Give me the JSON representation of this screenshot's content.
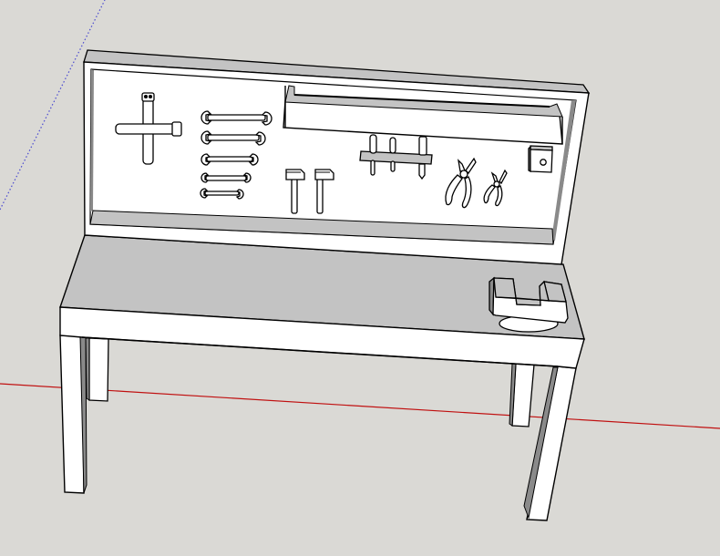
{
  "viewport": {
    "app": "3D modeling viewport",
    "background_color": "#dad9d5",
    "model_label": "Workbench with pegboard and tools"
  },
  "axes": {
    "red_axis_color": "#c00000",
    "blue_axis_color": "#3a3ac8"
  },
  "colors": {
    "face_front": "#ffffff",
    "face_top": "#c3c3c3",
    "face_side": "#8a8a8a",
    "edge": "#000000"
  },
  "model": {
    "components": [
      {
        "id": "pegboard",
        "label": "Pegboard"
      },
      {
        "id": "shelf",
        "label": "Shelf"
      },
      {
        "id": "cross-wrench",
        "label": "Cross wrench"
      },
      {
        "id": "wrench-set",
        "label": "Wrench set",
        "count": 5
      },
      {
        "id": "hammers",
        "label": "Hammers",
        "count": 2
      },
      {
        "id": "screwdriver-rack",
        "label": "Screwdriver rack"
      },
      {
        "id": "pliers",
        "label": "Pliers",
        "count": 2
      },
      {
        "id": "wall-bracket",
        "label": "Wall bracket"
      },
      {
        "id": "bench-top",
        "label": "Bench top"
      },
      {
        "id": "bench-vise",
        "label": "Bench vise"
      },
      {
        "id": "legs",
        "label": "Legs",
        "count": 4
      }
    ]
  }
}
